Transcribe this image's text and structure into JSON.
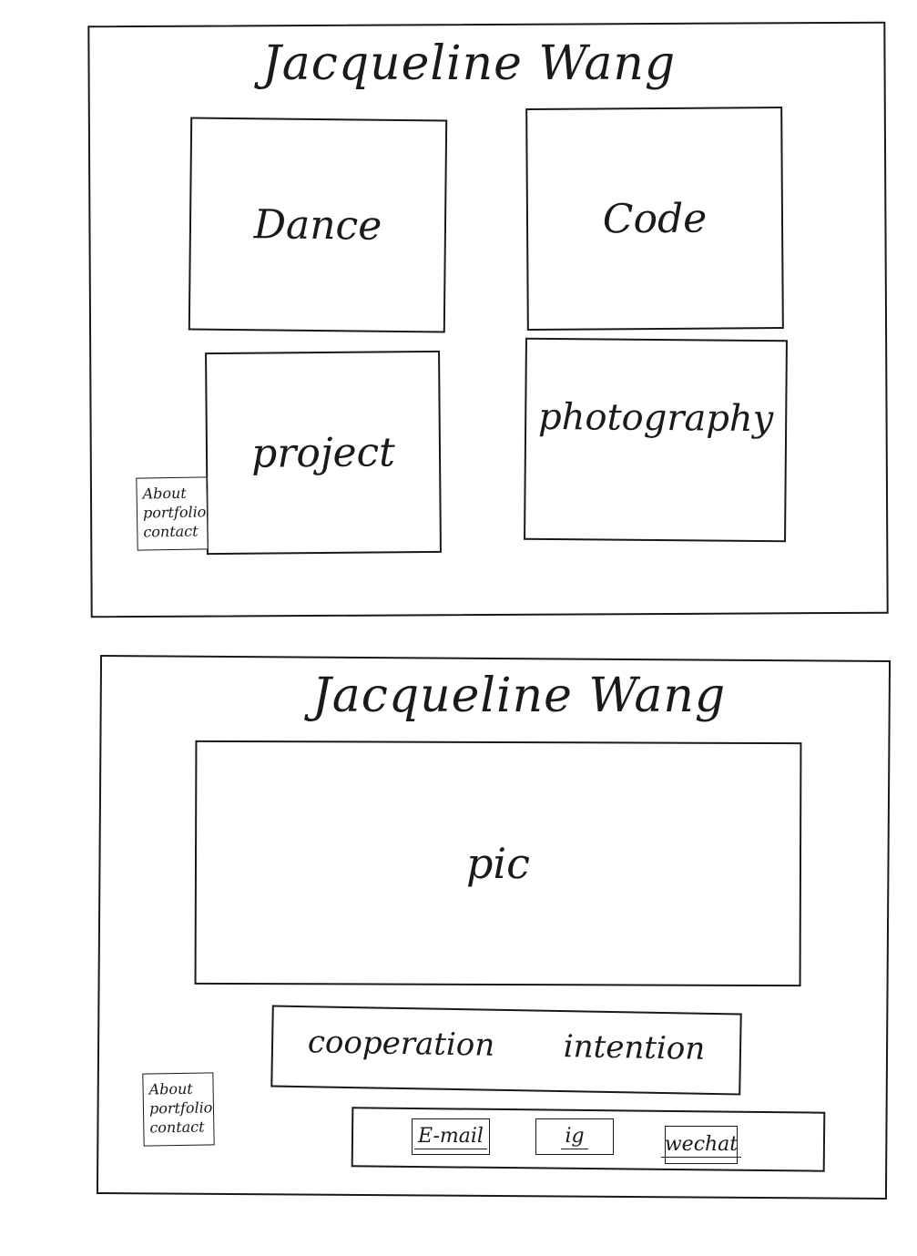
{
  "home_page": {
    "title": "Jacqueline Wang",
    "cards": [
      {
        "label": "Dance"
      },
      {
        "label": "Code"
      },
      {
        "label": "project"
      },
      {
        "label": "photography"
      }
    ],
    "nav": [
      "About",
      "portfolio",
      "contact"
    ]
  },
  "contact_page": {
    "title": "Jacqueline Wang",
    "hero_label": "pic",
    "cooperation_bar": {
      "left": "cooperation",
      "right": "intention"
    },
    "contact_buttons": [
      "E-mail",
      "ig",
      "wechat"
    ],
    "nav": [
      "About",
      "portfolio",
      "contact"
    ]
  }
}
